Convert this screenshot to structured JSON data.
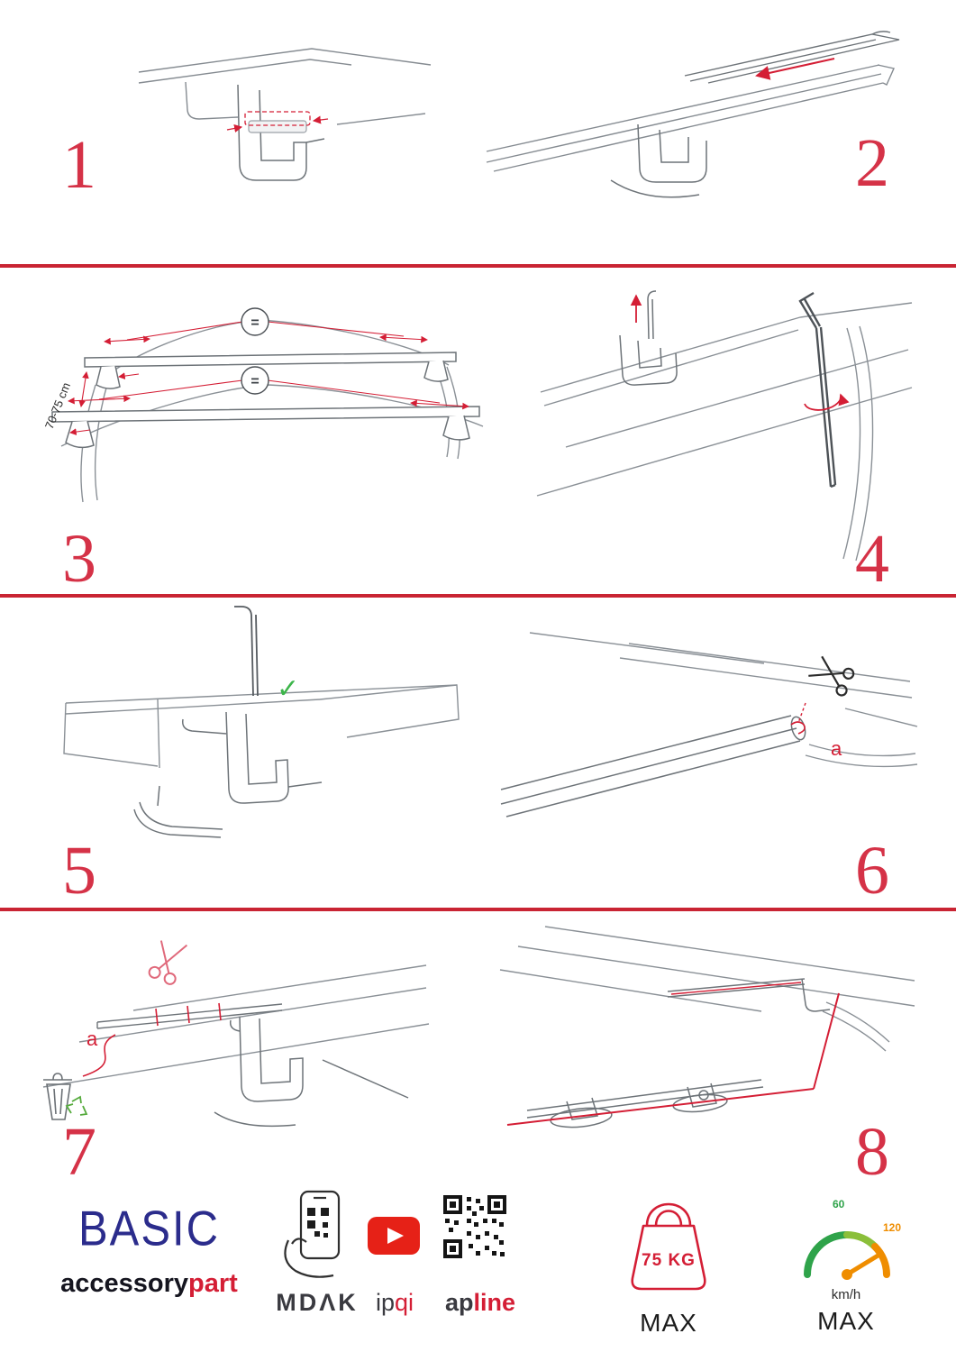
{
  "page": {
    "colors": {
      "accent_red": "#d41e35",
      "divider_red": "#c92433",
      "brand_blue": "#2b2c8c",
      "check_green": "#3cb54a",
      "gauge_green": "#2fa34a",
      "gauge_orange": "#ef8d00",
      "youtube_red": "#e62117"
    }
  },
  "steps": [
    {
      "number": "1"
    },
    {
      "number": "2"
    },
    {
      "number": "3",
      "dimension_label": "70-75 cm",
      "equals_top": "=",
      "equals_bottom": "="
    },
    {
      "number": "4"
    },
    {
      "number": "5"
    },
    {
      "number": "6",
      "label_a": "a"
    },
    {
      "number": "7",
      "label_a": "a"
    },
    {
      "number": "8"
    }
  ],
  "icons": {
    "checkmark": "✓",
    "scissors": "✂",
    "recycle": "♻",
    "play": "▶"
  },
  "footer": {
    "brand": {
      "title": "BASIC",
      "sub_dark": "accessory",
      "sub_red": "part"
    },
    "partner_mdak": "MDΛK",
    "partner_ipqi": {
      "dark": "ip",
      "red": "qi"
    },
    "partner_apline": {
      "dark": "ap",
      "red": "line"
    },
    "weight": {
      "value": "75 KG",
      "max_label": "MAX"
    },
    "speedometer": {
      "tick_low": "60",
      "tick_high": "120",
      "unit": "km/h",
      "max_label": "MAX"
    }
  }
}
